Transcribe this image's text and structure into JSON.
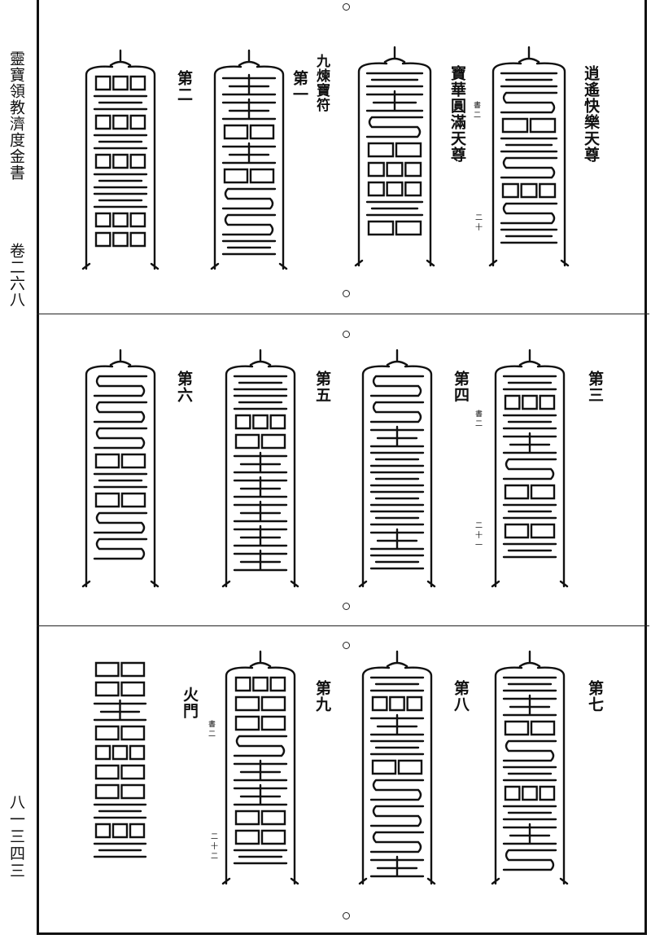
{
  "margin": {
    "book_title": "靈寶領教濟度金書",
    "volume": "卷二六八",
    "page_number": "八一三四三"
  },
  "section1": {
    "caption_right": "逍遙快樂天尊",
    "caption_mid": "寶華圓滿天尊",
    "note_top": "書二",
    "note_bottom": "二十",
    "group_title": "九煉寶符",
    "label_1": "第一",
    "label_2": "第二"
  },
  "section2": {
    "label_3": "第三",
    "label_4": "第四",
    "note_top": "書二",
    "note_bottom": "二十一",
    "label_5": "第五",
    "label_6": "第六"
  },
  "section3": {
    "label_7": "第七",
    "label_8": "第八",
    "label_9": "第九",
    "caption_fire_gate": "火門",
    "note_top": "書二",
    "note_bottom": "二十二"
  },
  "ink_color": "#111111"
}
